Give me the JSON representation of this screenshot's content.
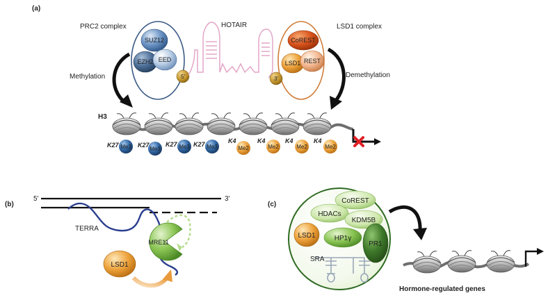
{
  "panel_a": {
    "label": "(a)",
    "prc2_title": "PRC2 complex",
    "lsd1_title": "LSD1 complex",
    "hotair": "HOTAIR",
    "suz12": "SUZ12",
    "ezh2": "EZH2",
    "eed": "EED",
    "corest": "CoREST",
    "lsd1": "LSD1",
    "rest": "REST",
    "five_prime": "5'",
    "three_prime": "3'",
    "methylation": "Methylation",
    "demethylation": "Demethylation",
    "h3": "H3",
    "marks": [
      {
        "site": "K27",
        "mod": "Me3"
      },
      {
        "site": "K27",
        "mod": "Me3"
      },
      {
        "site": "K27",
        "mod": "Me3"
      },
      {
        "site": "K27",
        "mod": "Me3"
      },
      {
        "site": "K4",
        "mod": "Me2"
      },
      {
        "site": "K4",
        "mod": "Me2"
      },
      {
        "site": "K4",
        "mod": "Me2"
      },
      {
        "site": "K4",
        "mod": "Me2"
      }
    ]
  },
  "panel_b": {
    "label": "(b)",
    "five_prime": "5'",
    "three_prime": "3'",
    "terra": "TERRA",
    "mre11": "MRE11",
    "lsd1": "LSD1"
  },
  "panel_c": {
    "label": "(c)",
    "corest": "CoREST",
    "hdacs": "HDACs",
    "kdm5b": "KDM5B",
    "lsd1": "LSD1",
    "hp1y": "HP1γ",
    "pr1": "PR1",
    "sra": "SRA",
    "genes": "Hormone-regulated genes"
  },
  "colors": {
    "blue_protein": "#3e6fa6",
    "orange_protein": "#e8962a",
    "green_protein": "#8cc655",
    "dark_green": "#3f7a2b",
    "rna_pink": "#e3a6c7",
    "terra_blue": "#2b3f8f",
    "prc2_ring": "#3b5a85",
    "lsd1_ring": "#cf7d3a",
    "repress_red": "#e21f26"
  }
}
